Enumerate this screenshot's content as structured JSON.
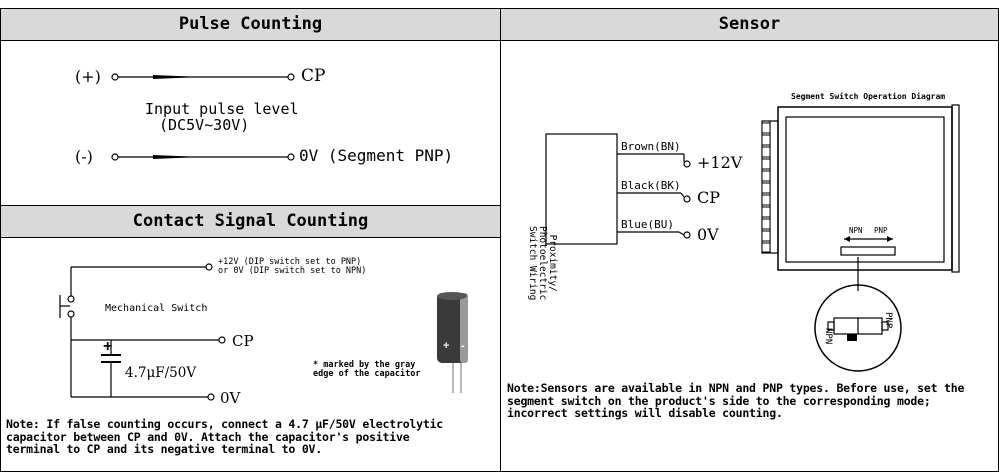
{
  "top_fragment": "",
  "pulse": {
    "title": "Pulse Counting",
    "plus": "(+)",
    "minus": "(-)",
    "cp": "CP",
    "level_line1": "Input pulse level",
    "level_line2": "(DC5V~30V)",
    "zero": "0V (Segment PNP)"
  },
  "contact": {
    "title": "Contact Signal Counting",
    "v12_line1": "+12V (DIP switch set to PNP)",
    "v12_line2": "or 0V (DIP switch set to NPN)",
    "mech": "Mechanical Switch",
    "cp": "CP",
    "cap": "4.7μF/50V",
    "zero": "0V",
    "marked_line1": "* marked by the gray",
    "marked_line2": "edge of the capacitor",
    "note_line1": "Note: If false counting occurs, connect a 4.7 μF/50V electrolytic",
    "note_line2": "capacitor between CP and 0V. Attach the capacitor's positive",
    "note_line3": "terminal to CP and its negative terminal to 0V."
  },
  "sensor": {
    "title": "Sensor",
    "box_lines": [
      "Proximity/",
      "Photoelectric",
      "Switch Wiring"
    ],
    "brown": "Brown(BN)",
    "black": "Black(BK)",
    "blue": "Blue(BU)",
    "v12": "+12V",
    "cp": "CP",
    "zero": "0V",
    "diagram_title": "Segment Switch Operation Diagram",
    "npn": "NPN",
    "pnp": "PNP",
    "npn_rot": "NPN",
    "pnp_rot": "PNP",
    "note_line1": "Note:Sensors are available in NPN and PNP types. Before use, set the",
    "note_line2": "segment switch on the product's side to the corresponding mode;",
    "note_line3": "incorrect settings will disable counting."
  },
  "colors": {
    "header_bg": "#d9d9d9",
    "capacitor_body": "#3a3a3a",
    "capacitor_edge": "#9a9a9a"
  }
}
